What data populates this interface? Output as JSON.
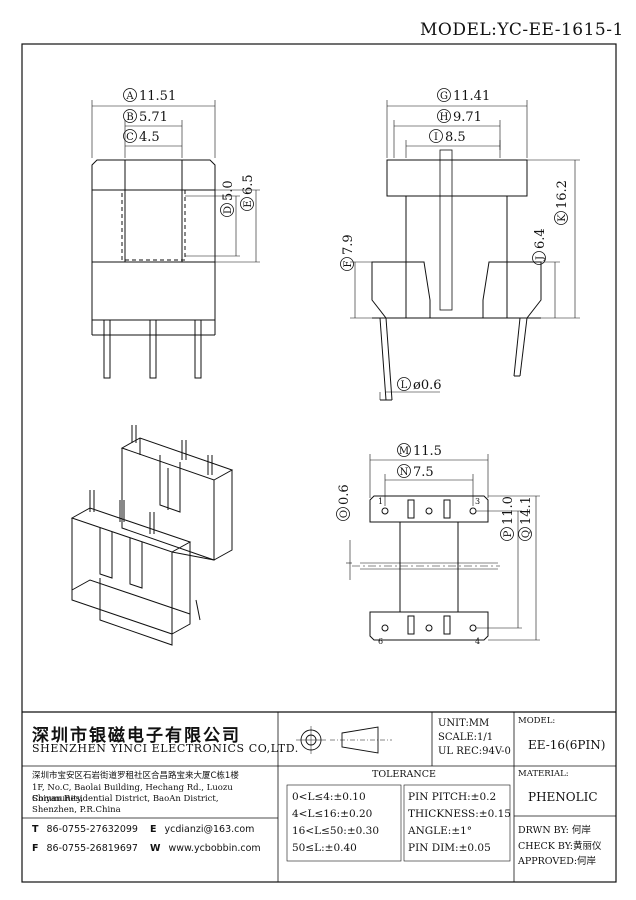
{
  "model_label": "MODEL:YC-EE-1615-1",
  "dimensions": {
    "A": {
      "letter": "A",
      "value": "11.51"
    },
    "B": {
      "letter": "B",
      "value": "5.71"
    },
    "C": {
      "letter": "C",
      "value": "4.5"
    },
    "D": {
      "letter": "D",
      "value": "5.0"
    },
    "E": {
      "letter": "E",
      "value": "6.5"
    },
    "F": {
      "letter": "F",
      "value": "7.9"
    },
    "G": {
      "letter": "G",
      "value": "11.41"
    },
    "H": {
      "letter": "H",
      "value": "9.71"
    },
    "I": {
      "letter": "I",
      "value": "8.5"
    },
    "J": {
      "letter": "J",
      "value": "6.4"
    },
    "K": {
      "letter": "K",
      "value": "16.2"
    },
    "L": {
      "letter": "L",
      "value": "ø0.6"
    },
    "M": {
      "letter": "M",
      "value": "11.5"
    },
    "N": {
      "letter": "N",
      "value": "7.5"
    },
    "O": {
      "letter": "O",
      "value": "0.6"
    },
    "P": {
      "letter": "P",
      "value": "11.0"
    },
    "Q": {
      "letter": "Q",
      "value": "14.1"
    }
  },
  "pin_labels": {
    "p1": "1",
    "p3": "3",
    "p4": "4",
    "p6": "6"
  },
  "company": {
    "name_cn": "深圳市银磁电子有限公司",
    "name_en": "SHENZHEN YINCI ELECTRONICS CO,LTD.",
    "address_cn": "深圳市宝安区石岩街道罗租社区合昌路宝来大厦C栋1楼",
    "address_en_1": "1F, No.C, Baolai Building, Hechang Rd., Luozu Community,",
    "address_en_2": "Shiyan Residential District, BaoAn District,",
    "address_en_3": "Shenzhen, P.R.China",
    "tel_label": "T",
    "tel": "86-0755-27632099",
    "fax_label": "F",
    "fax": "86-0755-26819697",
    "email_label": "E",
    "email": "ycdianzi@163.com",
    "web_label": "W",
    "web": "www.ycbobbin.com"
  },
  "spec": {
    "unit": "UNIT:MM",
    "scale": "SCALE:1/1",
    "ul_rec": "UL REC:94V-0",
    "model_header": "MODEL:",
    "model_value": "EE-16(6PIN)",
    "material_header": "MATERIAL:",
    "material_value": "PHENOLIC"
  },
  "tolerance": {
    "title": "TOLERANCE",
    "left": [
      "0<L≤4:±0.10",
      "4<L≤16:±0.20",
      "16<L≤50:±0.30",
      "50≤L:±0.40"
    ],
    "right": [
      "PIN PITCH:±0.2",
      "THICKNESS:±0.15",
      "ANGLE:±1°",
      "PIN DIM:±0.05"
    ]
  },
  "approval": {
    "drawn_label": "DRWN BY:",
    "drawn_name": "何岸",
    "check_label": "CHECK BY:",
    "check_name": "黄丽仪",
    "approved_label": "APPROVED:",
    "approved_name": "何岸"
  },
  "colors": {
    "line": "#111111",
    "dim": "#222222",
    "paper": "#ffffff"
  }
}
